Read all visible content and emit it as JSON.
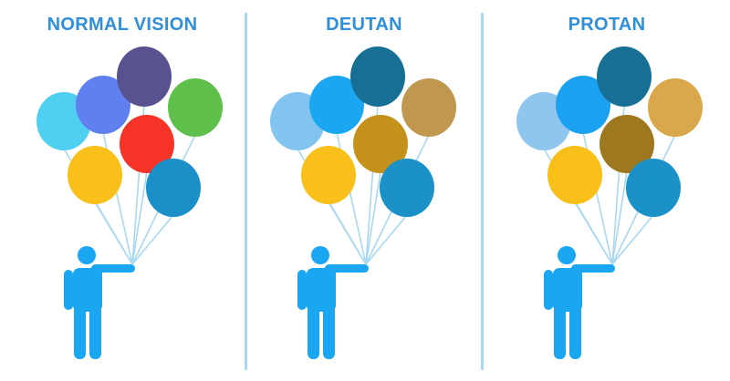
{
  "panels": [
    {
      "title": "NORMAL VISION",
      "balloon_colors": [
        "#4fcff2",
        "#6080f0",
        "#585390",
        "#5ec04a",
        "#f53326",
        "#fac01a",
        "#1a8fc8"
      ]
    },
    {
      "title": "DEUTAN",
      "balloon_colors": [
        "#82c4f0",
        "#1aa6f0",
        "#186f96",
        "#c0974e",
        "#c4921a",
        "#fac01a",
        "#1a92c8"
      ]
    },
    {
      "title": "PROTAN",
      "balloon_colors": [
        "#8ec6f0",
        "#1aa2f0",
        "#186f96",
        "#d8a84a",
        "#9e781e",
        "#fac01a",
        "#1a92c8"
      ]
    }
  ],
  "figure_color": "#1aa6f0",
  "string_color": "#a8d8f2"
}
